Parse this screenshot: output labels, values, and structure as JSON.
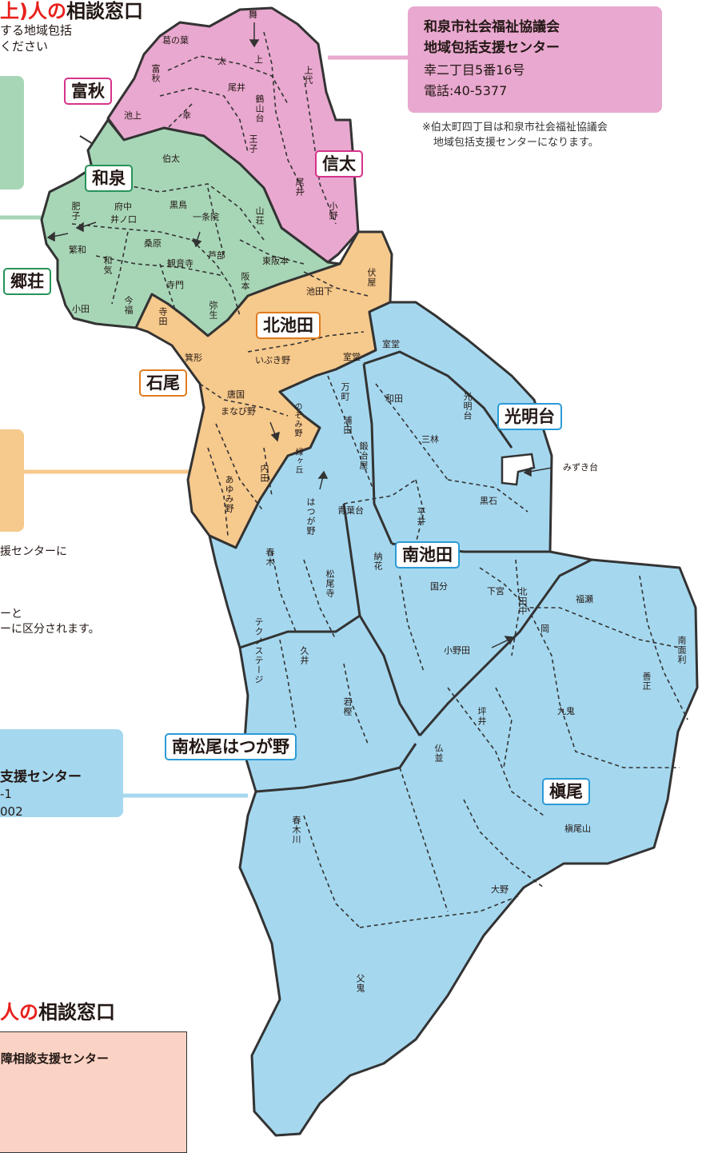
{
  "header_top": {
    "partial_red": "上)人の",
    "suffix": "相談窓口"
  },
  "intro_lines": [
    "する地域包括",
    "ください"
  ],
  "header_bottom": {
    "red": "人の",
    "suffix": "相談窓口"
  },
  "left_fragments": {
    "orange_note": "援センターに",
    "divide_note_1": "ーと",
    "divide_note_2": "ーに区分されます。",
    "blue_box_line1": "支援センター",
    "blue_box_line2": "-1",
    "blue_box_line3": "002",
    "pink_box_text": "障相談支援センター"
  },
  "callout_shinoda": {
    "title1": "和泉市社会福祉協議会",
    "title2": "地域包括支援センター",
    "address": "幸二丁目5番16号",
    "phone": "電話:40-5377",
    "note1": "※伯太町四丁目は和泉市社会福祉協議会",
    "note2": "地域包括支援センターになります。"
  },
  "colors": {
    "pink": "#e9a8cf",
    "green": "#a7d6b7",
    "orange": "#f6c98c",
    "blue": "#a5d8ef",
    "pink_border": "#d6338a",
    "green_border": "#27935a",
    "orange_border": "#e07c1e",
    "blue_border": "#2b9bd6",
    "red": "#e8201b"
  },
  "districts": [
    {
      "name": "富秋",
      "color": "pink"
    },
    {
      "name": "信太",
      "color": "pink"
    },
    {
      "name": "和泉",
      "color": "green"
    },
    {
      "name": "郷荘",
      "color": "green"
    },
    {
      "name": "北池田",
      "color": "orange"
    },
    {
      "name": "石尾",
      "color": "orange"
    },
    {
      "name": "光明台",
      "color": "blue"
    },
    {
      "name": "南池田",
      "color": "blue"
    },
    {
      "name": "南松尾はつが野",
      "color": "blue"
    },
    {
      "name": "槇尾",
      "color": "blue"
    }
  ],
  "place_labels": [
    "舞",
    "葛の葉",
    "太",
    "上",
    "富秋",
    "尾井",
    "上代",
    "池上",
    "幸",
    "鶴山台",
    "王子",
    "伯太",
    "尾井",
    "小野",
    "肥子",
    "府中",
    "井ノ口",
    "黒鳥",
    "一条院",
    "山荘",
    "繁和",
    "和気",
    "桑原",
    "芦部",
    "観音寺",
    "東阪本",
    "寺門",
    "阪本",
    "小田",
    "今福",
    "寺田",
    "弥生",
    "池田下",
    "伏屋",
    "箕形",
    "いぶき野",
    "室堂",
    "室堂",
    "唐国",
    "まなび野",
    "のぞみ野",
    "万町",
    "和田",
    "光明台",
    "浦田",
    "鍛冶屋",
    "三林",
    "内田",
    "緑ヶ丘",
    "あゆみ野",
    "みずき台",
    "はつが野",
    "青葉台",
    "平井",
    "黒石",
    "春木",
    "松尾寺",
    "納花",
    "国分",
    "下宮",
    "北田中",
    "福瀬",
    "テクノステージ",
    "久井",
    "小野田",
    "岡",
    "南面利",
    "善正",
    "若樫",
    "坪井",
    "九鬼",
    "仏並",
    "春木川",
    "槇尾山",
    "大野",
    "父鬼"
  ]
}
